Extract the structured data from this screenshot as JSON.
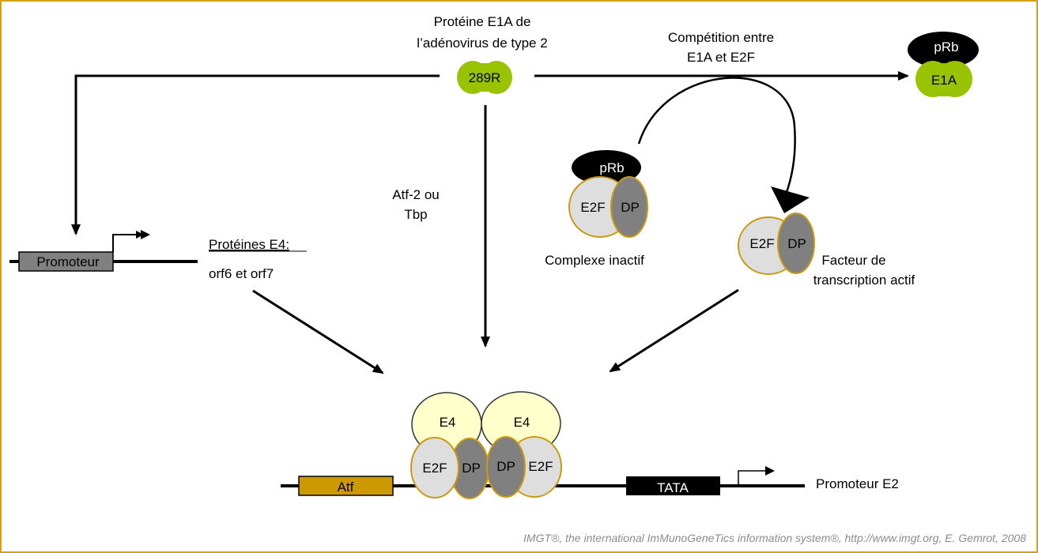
{
  "colors": {
    "frame": "#d4a017",
    "e1a_green": "#99c200",
    "prb_black": "#000000",
    "e2f_fill": "#dedede",
    "dp_fill": "#808080",
    "protein_outline": "#c99a10",
    "e4_fill": "#ffffcc",
    "atf_fill": "#cc9900",
    "promoter_fill": "#808080",
    "tata_fill": "#000000",
    "credit_text": "#8c8c8c"
  },
  "title_protein": {
    "line1": "Protéine E1A de",
    "line2": "l’adénovirus de type 2",
    "name": "289R"
  },
  "competition": {
    "line1": "Compétition entre",
    "line2": "E1A et E2F"
  },
  "complex_e1a_prb": {
    "prb": "pRb",
    "e1a": "E1A"
  },
  "inactive_complex": {
    "prb": "pRb",
    "e2f": "E2F",
    "dp": "DP",
    "caption": "Complexe inactif"
  },
  "active_factor": {
    "e2f": "E2F",
    "dp": "DP",
    "caption_line1": "Facteur de",
    "caption_line2": "transcription actif"
  },
  "atf_tbp": {
    "line1": "Atf-2 ou",
    "line2": "Tbp"
  },
  "e4_promoter": {
    "box_label": "Promoteur"
  },
  "e4_proteins": {
    "heading": "Protéines E4:",
    "items": "orf6 et orf7"
  },
  "bound_complex": {
    "e4_left": "E4",
    "e4_right": "E4",
    "e2f_left": "E2F",
    "dp_left": "DP",
    "dp_right": "DP",
    "e2f_right": "E2F"
  },
  "e2_promoter": {
    "atf_box": "Atf",
    "tata_box": "TATA",
    "label": "Promoteur  E2"
  },
  "credit": "IMGT®, the international ImMunoGeneTics information system®, http://www.imgt.org, E. Gemrot, 2008"
}
